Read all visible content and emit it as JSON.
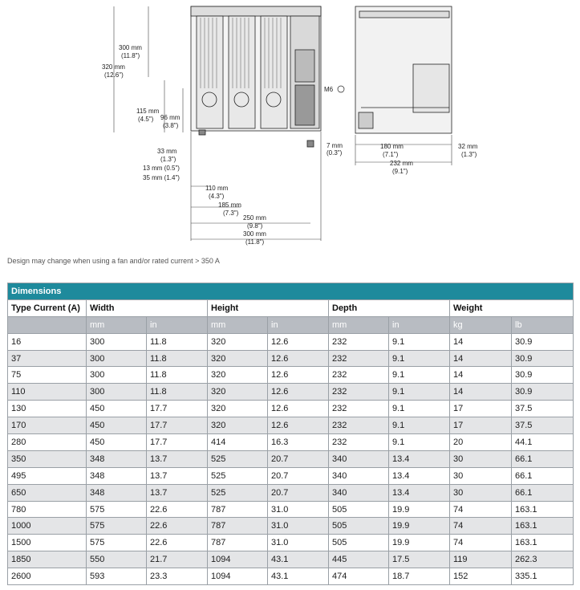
{
  "drawing": {
    "left_labels": [
      {
        "text": "300 mm"
      },
      {
        "text": "(11.8\")"
      },
      {
        "text": "320 mm"
      },
      {
        "text": "(12.6\")"
      },
      {
        "text": "115 mm"
      },
      {
        "text": "(4.5\")"
      },
      {
        "text": "96 mm"
      },
      {
        "text": "(3.8\")"
      },
      {
        "text": "33 mm"
      },
      {
        "text": "(1.3\")"
      },
      {
        "text": "13 mm (0.5\")"
      },
      {
        "text": "35 mm (1.4\")"
      }
    ],
    "bottom_labels": [
      {
        "text": "110 mm"
      },
      {
        "text": "(4.3\")"
      },
      {
        "text": "185 mm"
      },
      {
        "text": "(7.3\")"
      },
      {
        "text": "250 mm"
      },
      {
        "text": "(9.8\")"
      },
      {
        "text": "300 mm"
      },
      {
        "text": "(11.8\")"
      }
    ],
    "m6_label": "M6",
    "side_labels": [
      {
        "text": "7 mm"
      },
      {
        "text": "(0.3\")"
      },
      {
        "text": "180 mm"
      },
      {
        "text": "(7.1\")"
      },
      {
        "text": "32 mm"
      },
      {
        "text": "(1.3\")"
      },
      {
        "text": "232 mm"
      },
      {
        "text": "(9.1\")"
      }
    ]
  },
  "note": "Design may change when using a fan and/or rated current > 350 A",
  "table": {
    "title": "Dimensions",
    "headers": [
      "Type Current (A)",
      "Width",
      "Height",
      "Depth",
      "Weight"
    ],
    "units": [
      "",
      "mm",
      "in",
      "mm",
      "in",
      "mm",
      "in",
      "kg",
      "lb"
    ],
    "rows": [
      [
        "16",
        "300",
        "11.8",
        "320",
        "12.6",
        "232",
        "9.1",
        "14",
        "30.9"
      ],
      [
        "37",
        "300",
        "11.8",
        "320",
        "12.6",
        "232",
        "9.1",
        "14",
        "30.9"
      ],
      [
        "75",
        "300",
        "11.8",
        "320",
        "12.6",
        "232",
        "9.1",
        "14",
        "30.9"
      ],
      [
        "110",
        "300",
        "11.8",
        "320",
        "12.6",
        "232",
        "9.1",
        "14",
        "30.9"
      ],
      [
        "130",
        "450",
        "17.7",
        "320",
        "12.6",
        "232",
        "9.1",
        "17",
        "37.5"
      ],
      [
        "170",
        "450",
        "17.7",
        "320",
        "12.6",
        "232",
        "9.1",
        "17",
        "37.5"
      ],
      [
        "280",
        "450",
        "17.7",
        "414",
        "16.3",
        "232",
        "9.1",
        "20",
        "44.1"
      ],
      [
        "350",
        "348",
        "13.7",
        "525",
        "20.7",
        "340",
        "13.4",
        "30",
        "66.1"
      ],
      [
        "495",
        "348",
        "13.7",
        "525",
        "20.7",
        "340",
        "13.4",
        "30",
        "66.1"
      ],
      [
        "650",
        "348",
        "13.7",
        "525",
        "20.7",
        "340",
        "13.4",
        "30",
        "66.1"
      ],
      [
        "780",
        "575",
        "22.6",
        "787",
        "31.0",
        "505",
        "19.9",
        "74",
        "163.1"
      ],
      [
        "1000",
        "575",
        "22.6",
        "787",
        "31.0",
        "505",
        "19.9",
        "74",
        "163.1"
      ],
      [
        "1500",
        "575",
        "22.6",
        "787",
        "31.0",
        "505",
        "19.9",
        "74",
        "163.1"
      ],
      [
        "1850",
        "550",
        "21.7",
        "1094",
        "43.1",
        "445",
        "17.5",
        "119",
        "262.3"
      ],
      [
        "2600",
        "593",
        "23.3",
        "1094",
        "43.1",
        "474",
        "18.7",
        "152",
        "335.1"
      ]
    ]
  }
}
